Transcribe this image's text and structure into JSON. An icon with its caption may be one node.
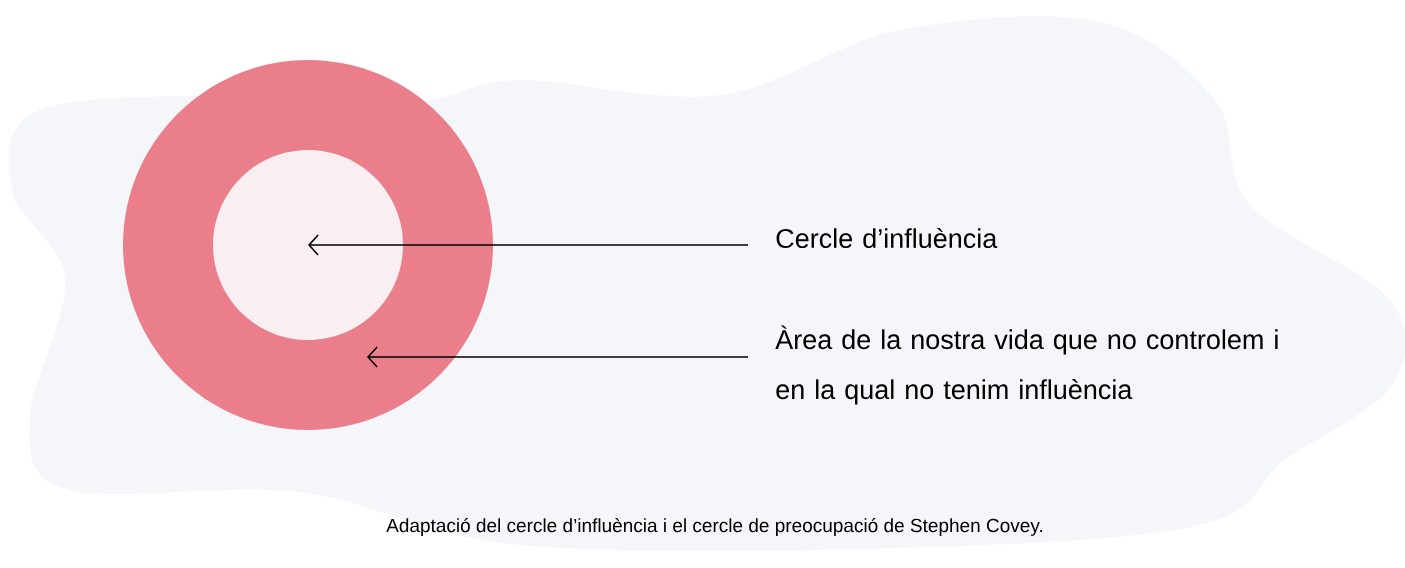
{
  "diagram": {
    "caption": "Adaptació del cercle d’influència i el cercle de preocupació de Stephen Covey.",
    "nodes": [
      {
        "text": [],
        "shape": "circle"
      },
      {
        "text": [],
        "shape": "circle",
        "in": 0
      },
      {
        "text": [
          "Cercle d’influència"
        ]
      },
      {
        "text": [
          "Àrea de la nostra vida que no controlem i en la qual no tenim influència"
        ]
      }
    ],
    "edges": [
      {
        "from": 2,
        "to": 1,
        "arrow": "to"
      },
      {
        "from": 3,
        "to": 0,
        "arrow": "to"
      }
    ]
  }
}
